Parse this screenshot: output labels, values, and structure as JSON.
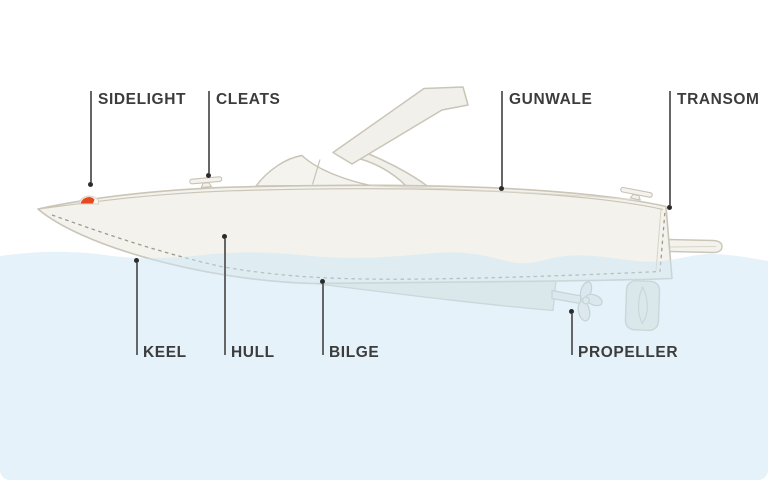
{
  "diagram": {
    "subject": "boat-parts-diagram",
    "labels": {
      "top": [
        {
          "text": "SIDELIGHT"
        },
        {
          "text": "CLEATS"
        },
        {
          "text": "GUNWALE"
        },
        {
          "text": "TRANSOM"
        }
      ],
      "bottom": [
        {
          "text": "KEEL"
        },
        {
          "text": "HULL"
        },
        {
          "text": "BILGE"
        },
        {
          "text": "PROPELLER"
        }
      ]
    },
    "colors": {
      "background": "#ffffff",
      "water": "#e6f3fa",
      "hull_fill": "#f3f2ed",
      "hull_outline": "#cbc5b8",
      "underwater_fill": "#e9e8e0",
      "dashed_line": "#a09a8c",
      "label_text": "#3c3c3c",
      "callout_line": "#666666",
      "callout_dot": "#2b2b2b",
      "sidelight": "#e8481e"
    }
  }
}
